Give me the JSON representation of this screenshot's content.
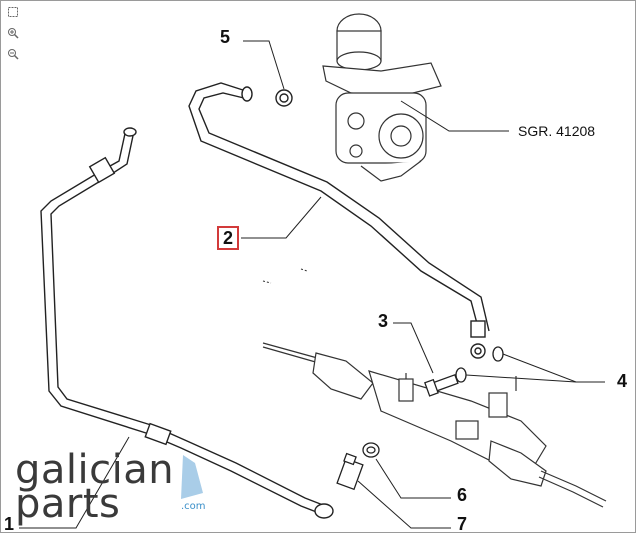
{
  "toolbar": {
    "icons": [
      "fit-icon",
      "zoom-in-icon",
      "zoom-out-icon"
    ]
  },
  "callouts": {
    "c1": "1",
    "c2": "2",
    "c3": "3",
    "c4": "4",
    "c5": "5",
    "c6": "6",
    "c7": "7"
  },
  "reference": "SGR. 41208",
  "logo": {
    "line1": "galician",
    "line2": "parts",
    "domain": ".com"
  },
  "colors": {
    "highlight_box": "#d23a3a",
    "logo_accent": "#3a8fc9",
    "line": "#222222"
  }
}
